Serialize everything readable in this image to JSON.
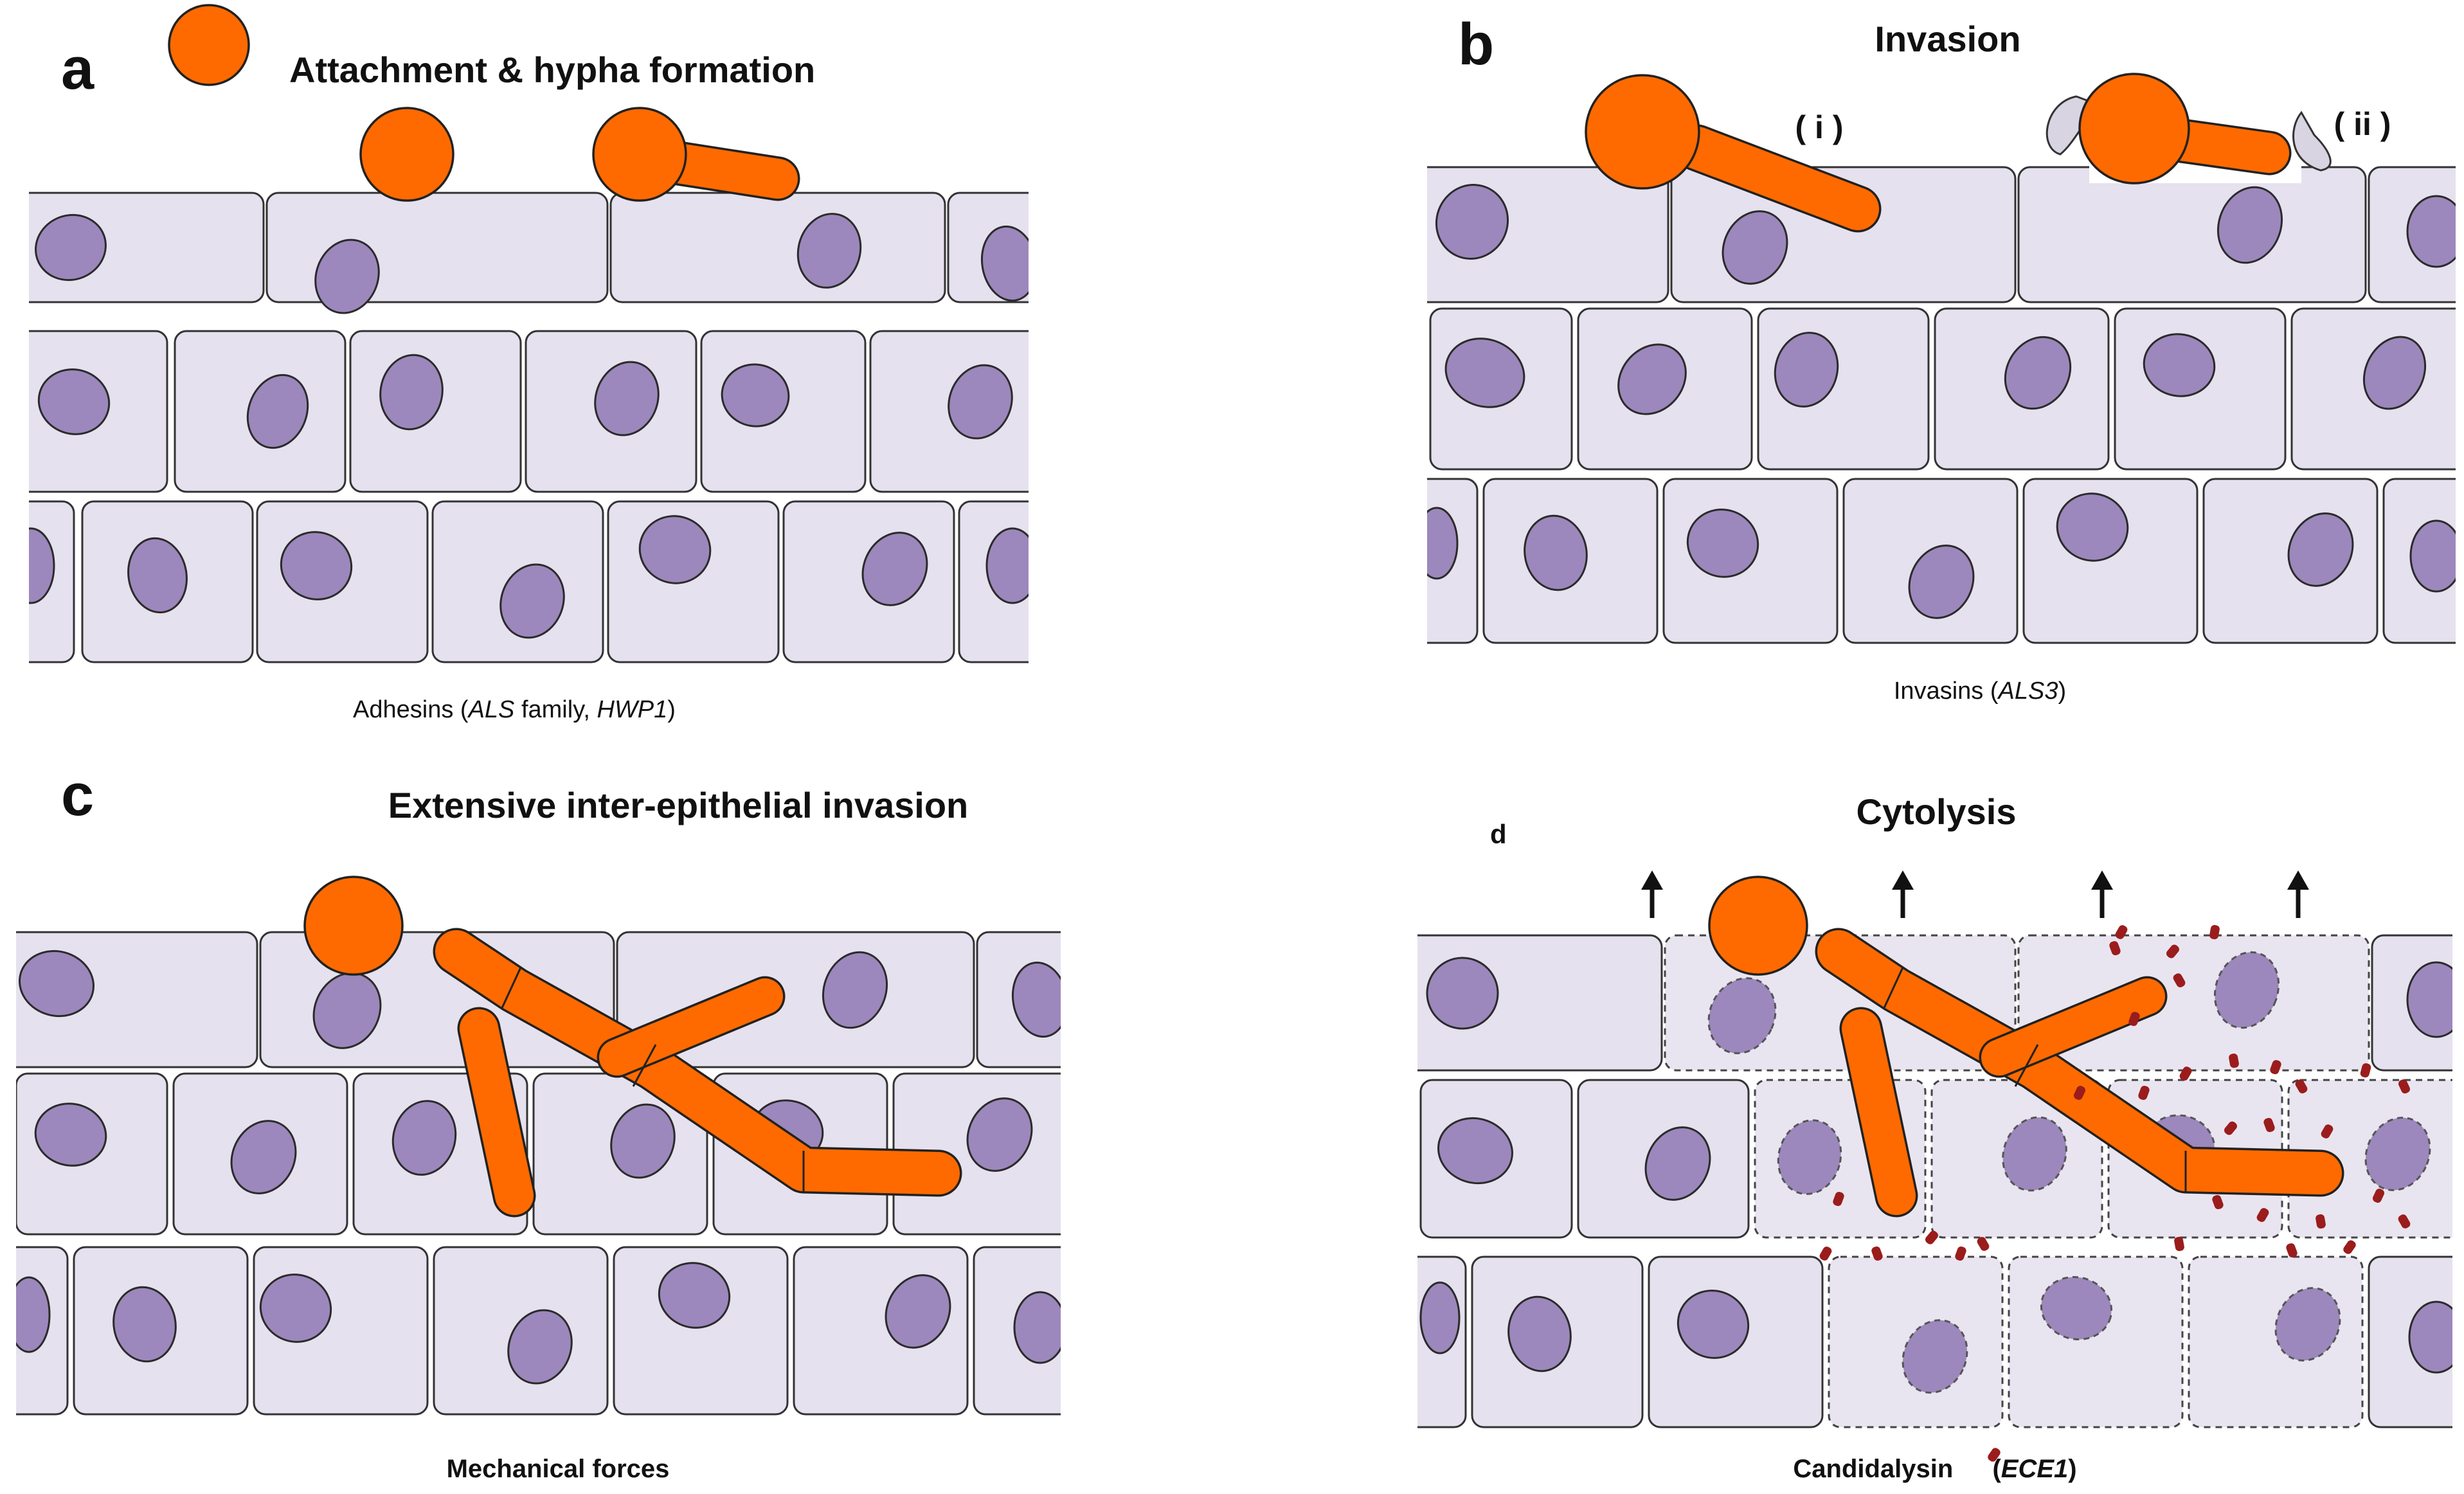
{
  "panels": {
    "a": {
      "letter": "a",
      "title": "Attachment & hypha formation",
      "caption_prefix": "Adhesins (",
      "caption_gene1": "ALS",
      "caption_middle": " family, ",
      "caption_gene2": "HWP1",
      "caption_suffix": ")"
    },
    "b": {
      "letter": "b",
      "title": "Invasion",
      "label_i": "( i )",
      "label_ii": "( ii )",
      "caption_prefix": "Invasins (",
      "caption_gene": "ALS3",
      "caption_suffix": ")"
    },
    "c": {
      "letter": "c",
      "title": "Extensive inter-epithelial invasion",
      "caption": "Mechanical forces"
    },
    "d": {
      "letter": "d",
      "title": "Cytolysis",
      "caption_prefix": "Candidalysin",
      "caption_gene_open": " (",
      "caption_gene": "ECE1",
      "caption_gene_close": ")"
    }
  },
  "colors": {
    "cell": "#e6e1ee",
    "nucleus": "#9c88bc",
    "fungus": "#ff6a00",
    "toxin": "#9b1c1c"
  }
}
